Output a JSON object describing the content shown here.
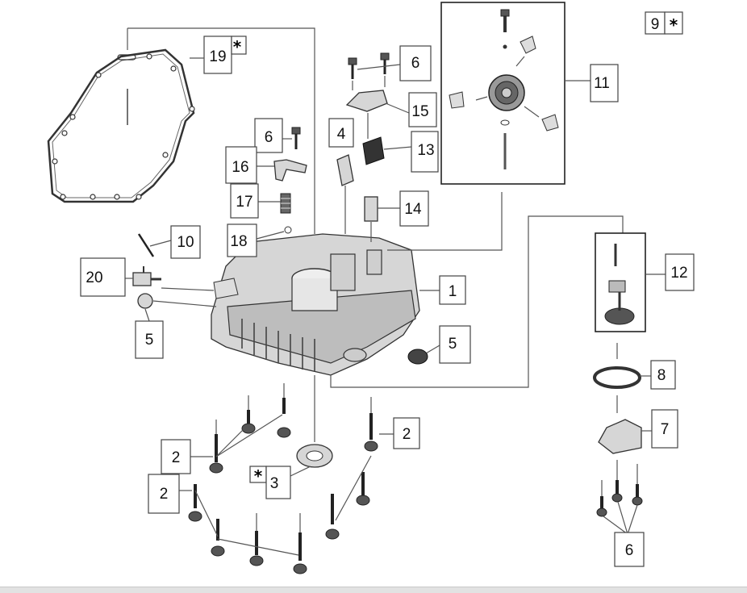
{
  "callouts": {
    "c1": "1",
    "c2a": "2",
    "c2b": "2",
    "c2c": "2",
    "c3": "3",
    "c4": "4",
    "c5a": "5",
    "c5b": "5",
    "c6a": "6",
    "c6b": "6",
    "c6c": "6",
    "c7": "7",
    "c8": "8",
    "c9": "9",
    "c10": "10",
    "c11": "11",
    "c12": "12",
    "c13": "13",
    "c14": "14",
    "c15": "15",
    "c16": "16",
    "c17": "17",
    "c18": "18",
    "c19": "19",
    "c20": "20"
  },
  "marks": {
    "asterisk": "*"
  }
}
